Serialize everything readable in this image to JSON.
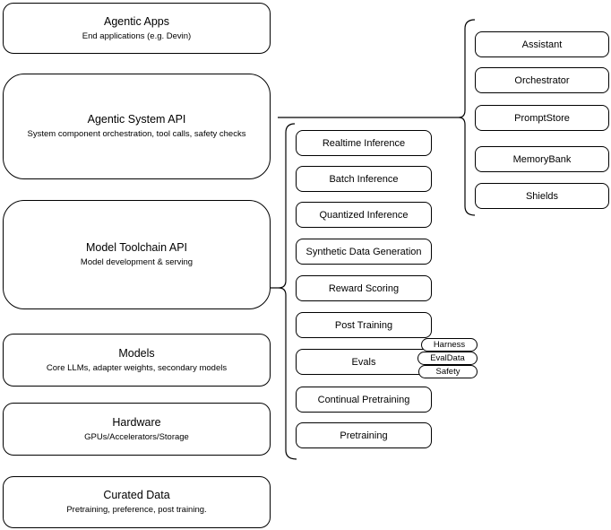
{
  "diagram": {
    "colors": {
      "stroke": "#000000",
      "background": "#ffffff",
      "text": "#000000"
    },
    "stack": [
      {
        "title": "Agentic Apps",
        "subtitle": "End applications (e.g. Devin)"
      },
      {
        "title": "Agentic System API",
        "subtitle": "System component orchestration, tool calls, safety checks"
      },
      {
        "title": "Model Toolchain API",
        "subtitle": "Model development & serving"
      },
      {
        "title": "Models",
        "subtitle": "Core LLMs, adapter weights, secondary models"
      },
      {
        "title": "Hardware",
        "subtitle": "GPUs/Accelerators/Storage"
      },
      {
        "title": "Curated Data",
        "subtitle": "Pretraining, preference, post training."
      }
    ],
    "toolchain_items": [
      "Realtime Inference",
      "Batch Inference",
      "Quantized Inference",
      "Synthetic Data Generation",
      "Reward Scoring",
      "Post Training",
      "Evals",
      "Continual Pretraining",
      "Pretraining"
    ],
    "eval_tags": [
      "Harness",
      "EvalData",
      "Safety"
    ],
    "system_components": [
      "Assistant",
      "Orchestrator",
      "PromptStore",
      "MemoryBank",
      "Shields"
    ]
  }
}
